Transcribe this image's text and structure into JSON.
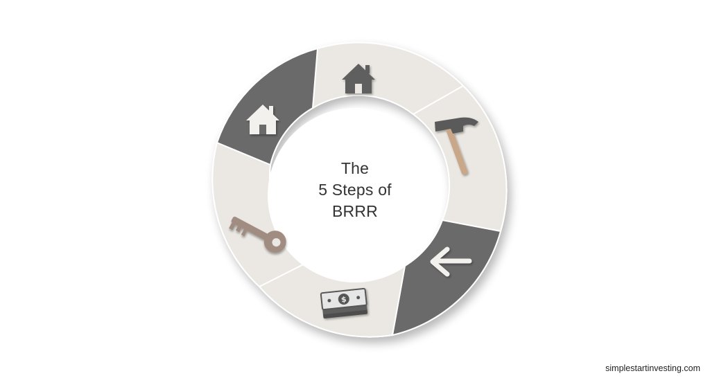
{
  "diagram": {
    "center_title": {
      "line1": "The",
      "line2": "5 Steps of",
      "line3": "BRRR"
    },
    "steps": [
      {
        "id": "buy",
        "icon": "house-icon",
        "tone": "light"
      },
      {
        "id": "rehab",
        "icon": "hammer-icon",
        "tone": "light"
      },
      {
        "id": "rent",
        "icon": "arrow-left-icon",
        "tone": "dark"
      },
      {
        "id": "refinance",
        "icon": "money-stack-icon",
        "tone": "light"
      },
      {
        "id": "repeat-key",
        "icon": "key-icon",
        "tone": "light"
      },
      {
        "id": "repeat-house",
        "icon": "house-icon",
        "tone": "dark"
      }
    ],
    "colors": {
      "light_segment": "#ebe8e3",
      "dark_segment": "#6a6a6a",
      "icon_dark": "#5e5e5e",
      "icon_light": "#f2f1ee",
      "wood": "#c9a88a",
      "key": "#a08c80"
    }
  },
  "footer": {
    "watermark": "simplestartinvesting.com"
  }
}
